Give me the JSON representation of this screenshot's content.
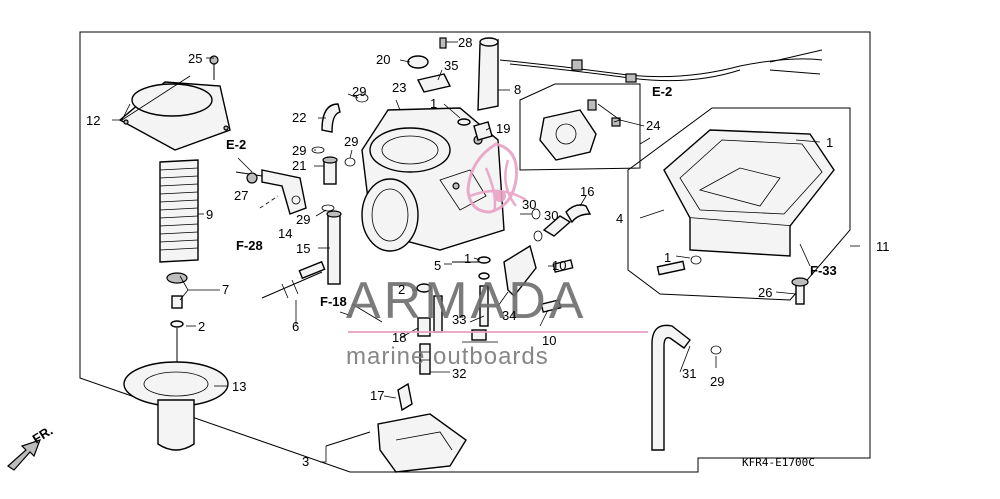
{
  "watermark": {
    "brand": "ARMADA",
    "tagline": "marine outboards",
    "color": "#e8a3c6"
  },
  "diagram_code": "KFR4-E1700C",
  "direction_label": "FR.",
  "refs": {
    "e2_left": "E-2",
    "e2_top": "E-2",
    "f28": "F-28",
    "f18": "F-18",
    "f33": "F-33"
  },
  "parts": {
    "p1a": "1",
    "p1b": "1",
    "p1c": "1",
    "p1d": "1",
    "p2a": "2",
    "p2b": "2",
    "p3": "3",
    "p4": "4",
    "p5": "5",
    "p6": "6",
    "p7": "7",
    "p8": "8",
    "p9": "9",
    "p10a": "10",
    "p10b": "10",
    "p11": "11",
    "p12": "12",
    "p13": "13",
    "p14": "14",
    "p15": "15",
    "p16": "16",
    "p17": "17",
    "p18": "18",
    "p19": "19",
    "p20": "20",
    "p21": "21",
    "p22": "22",
    "p23": "23",
    "p24": "24",
    "p25": "25",
    "p26": "26",
    "p27": "27",
    "p28": "28",
    "p29a": "29",
    "p29b": "29",
    "p29c": "29",
    "p29d": "29",
    "p29e": "29",
    "p30a": "30",
    "p30b": "30",
    "p31": "31",
    "p32": "32",
    "p33": "33",
    "p34": "34",
    "p35": "35"
  }
}
